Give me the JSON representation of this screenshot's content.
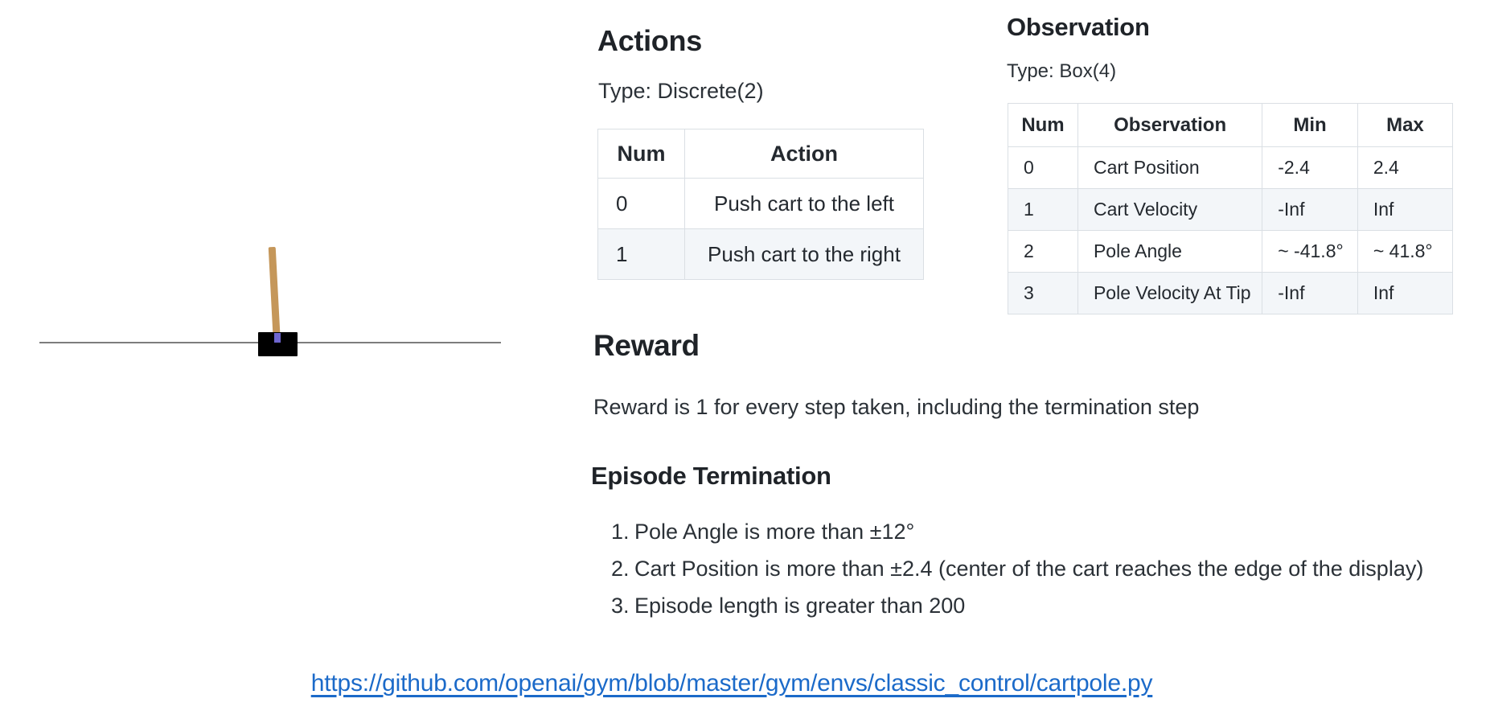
{
  "colors": {
    "heading_dark": "#1f2328",
    "text_dark": "#24292f",
    "table_border": "#dadfe4",
    "zebra_row": "#f3f6f9",
    "link_blue": "#1b6ac9",
    "track_gray": "#7d7d7d",
    "cart_black": "#000000",
    "pole_tan": "#c5975a",
    "axle_purple": "#6f66cf"
  },
  "cartpole": {
    "description": "cartpole environment render: black cart on horizontal track with tan pole"
  },
  "actions": {
    "title": "Actions",
    "type_label": "Type: Discrete(2)",
    "table": {
      "headers": [
        "Num",
        "Action"
      ],
      "rows": [
        [
          "0",
          "Push cart to the left"
        ],
        [
          "1",
          "Push cart to the right"
        ]
      ]
    }
  },
  "observation": {
    "title": "Observation",
    "type_label": "Type: Box(4)",
    "table": {
      "headers": [
        "Num",
        "Observation",
        "Min",
        "Max"
      ],
      "rows": [
        [
          "0",
          "Cart Position",
          "-2.4",
          "2.4"
        ],
        [
          "1",
          "Cart Velocity",
          "-Inf",
          "Inf"
        ],
        [
          "2",
          "Pole Angle",
          "~ -41.8°",
          "~ 41.8°"
        ],
        [
          "3",
          "Pole Velocity At Tip",
          "-Inf",
          "Inf"
        ]
      ]
    }
  },
  "reward": {
    "title": "Reward",
    "text": "Reward is 1 for every step taken, including the termination step"
  },
  "episode_termination": {
    "title": "Episode Termination",
    "markers": [
      "1.",
      "2.",
      "3."
    ],
    "items": [
      "Pole Angle is more than ±12°",
      "Cart Position is more than ±2.4 (center of the cart reaches the edge of the display)",
      "Episode length is greater than 200"
    ]
  },
  "source_link": {
    "url": "https://github.com/openai/gym/blob/master/gym/envs/classic_control/cartpole.py"
  }
}
